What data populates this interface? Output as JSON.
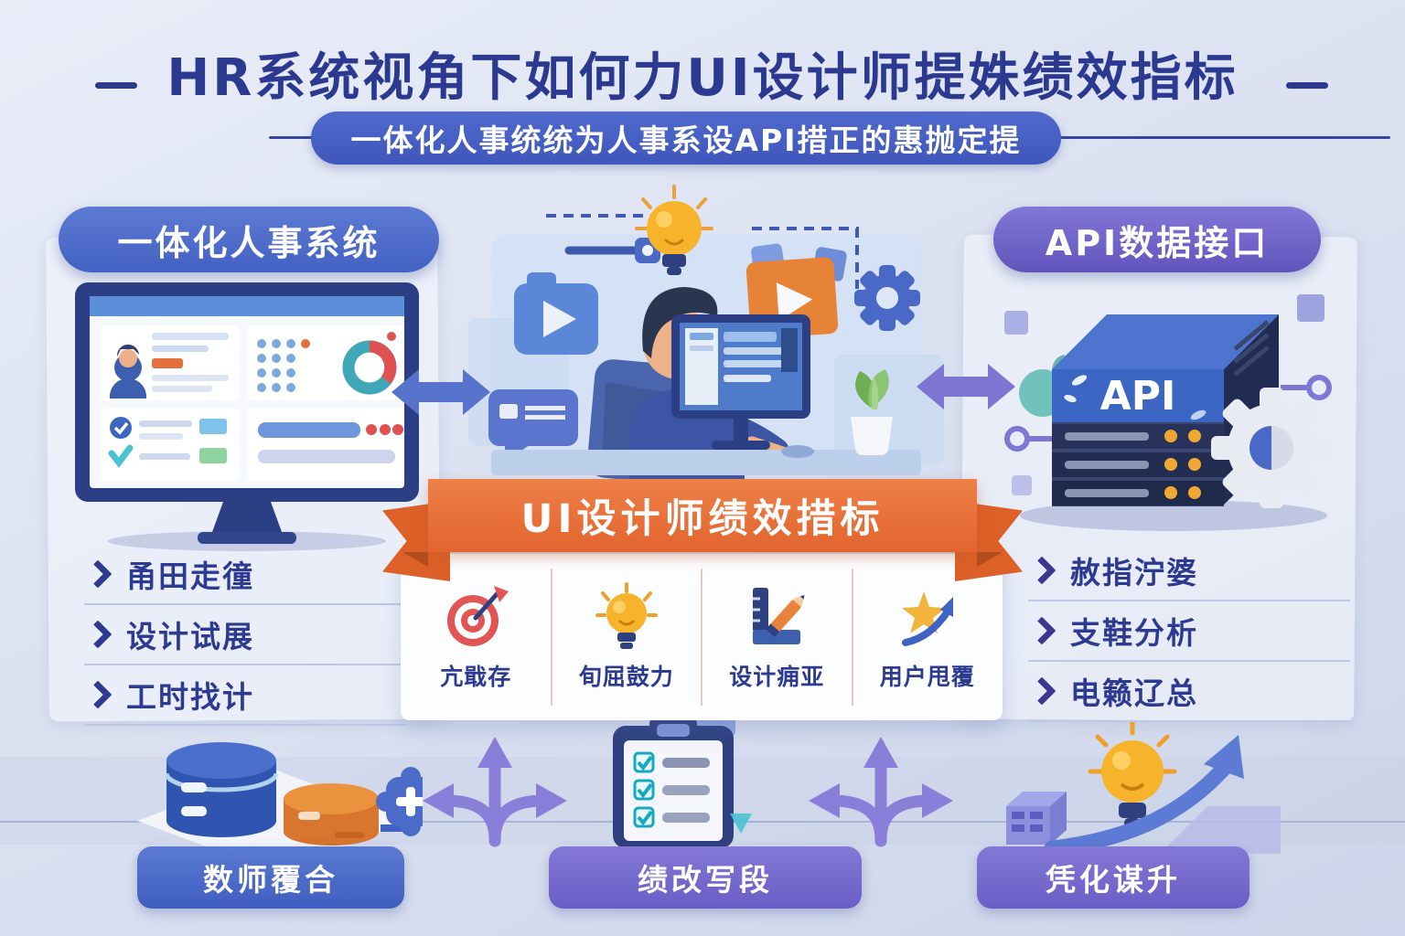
{
  "title": {
    "text": "HR系统视角下如何力UI设计师提姝绩效指标"
  },
  "subtitle": {
    "text": "一体化人事统统为人事系设API措正的惠抛定提"
  },
  "left_panel": {
    "header": "一体化人事系统",
    "items": [
      "甬田走徸",
      "设计试展",
      "工时找计"
    ],
    "illustration": "hr-dashboard-monitor"
  },
  "center": {
    "ribbon": "UI设计师绩效措标",
    "metrics": [
      {
        "label": "亢戢存",
        "icon": "target-dart-icon"
      },
      {
        "label": "旬屈鼓力",
        "icon": "lightbulb-icon"
      },
      {
        "label": "设计痈亚",
        "icon": "ruler-pencil-icon"
      },
      {
        "label": "用户甩覆",
        "icon": "star-growth-icon"
      }
    ],
    "scene_icons": [
      "lightbulb-icon",
      "media-play-icon",
      "chat-bubble-icon",
      "folder-play-icon",
      "gear-icon",
      "slider-icon",
      "plant-icon",
      "designer-at-computer"
    ]
  },
  "right_panel": {
    "header": "API数据接口",
    "server_label": "API",
    "items": [
      "赦指泞婆",
      "支鞋分析",
      "电籁辽总"
    ],
    "illustration": "api-server-with-gear"
  },
  "bottom": {
    "badges": [
      "数师覆合",
      "绩改写段",
      "凭化谋升"
    ],
    "icons": [
      "database-stack-icon",
      "plus-icon",
      "branch-arrows-icon",
      "clipboard-checklist-icon",
      "lightbulb-icon",
      "growth-arrow-icon"
    ]
  },
  "colors": {
    "title": "#2b3990",
    "subtitle_bg": "#4a63c8",
    "left_pill_bg": "#4d68c8",
    "right_pill_bg": "#6e61c6",
    "ribbon_orange": "#e6692f",
    "badge_blue": "#4a6cc8",
    "badge_purple": "#7468cd",
    "list_text": "#2c3a92",
    "card_bg": "#fcfdff",
    "background": "#d9dff0"
  }
}
